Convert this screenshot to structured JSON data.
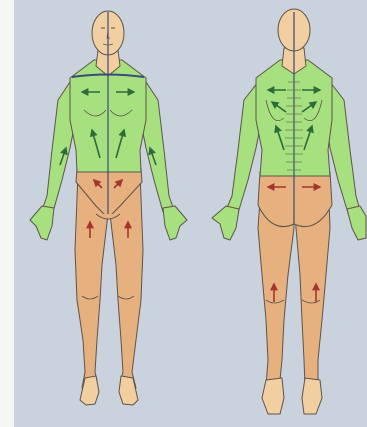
{
  "figure": {
    "views": [
      {
        "id": "front",
        "name": "front-view"
      },
      {
        "id": "back",
        "name": "back-view"
      }
    ],
    "colors": {
      "background": "#c9d2dd",
      "skin": "#f2cfa0",
      "upper_region": "#a6e07f",
      "lower_region": "#e6b07f",
      "outline": "#5f5348",
      "arrow_upper": "#2f6a3b",
      "arrow_lower": "#a5352e",
      "midline": "#3c4c7a"
    }
  }
}
